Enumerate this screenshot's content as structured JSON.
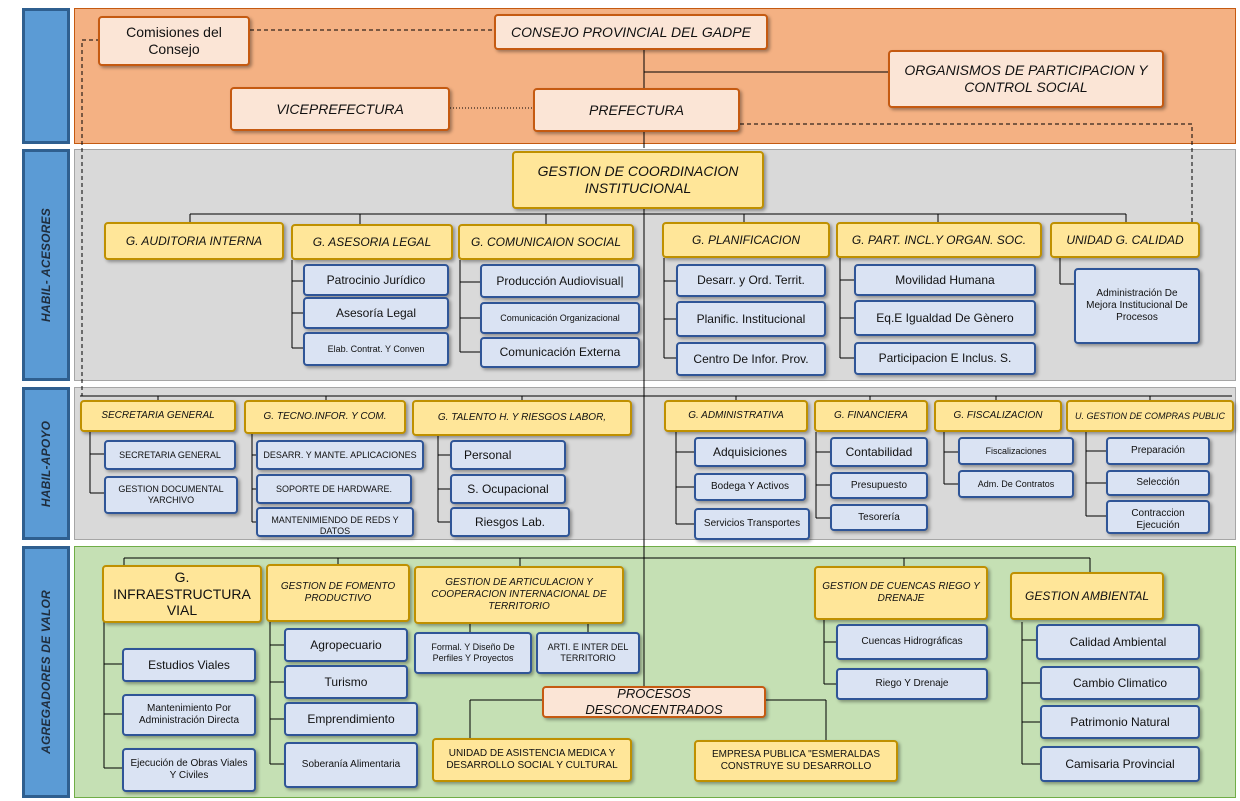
{
  "bands": {
    "top": "",
    "acesores": "HABIL- ACESORES",
    "apoyo": "HABIL-APOYO",
    "valor": "AGREGADORES DE VALOR"
  },
  "colors": {
    "top_band": "#f4b183",
    "gray_band": "#d9d9d9",
    "green_band": "#c5e0b4",
    "side_blue": "#5b9bd5",
    "peach_box": "#fbe5d6",
    "yellow_box": "#ffe699",
    "blue_box": "#dae3f3"
  },
  "top": {
    "comisiones": "Comisiones del Consejo",
    "consejo": "CONSEJO PROVINCIAL DEL GADPE",
    "organismos": "ORGANISMOS DE PARTICIPACION Y CONTROL SOCIAL",
    "viceprefectura": "VICEPREFECTURA",
    "prefectura": "PREFECTURA"
  },
  "coordinacion": "GESTION DE COORDINACION INSTITUCIONAL",
  "acesores": {
    "auditoria": "G. AUDITORIA INTERNA",
    "asesoria": "G. ASESORIA LEGAL",
    "asesoria_items": [
      "Patrocinio Jurídico",
      "Asesoría Legal",
      "Elab. Contrat. Y Conven"
    ],
    "comunicacion": "G. COMUNICAION SOCIAL",
    "comunicacion_items": [
      "Producción Audiovisual|",
      "Comunicación Organizacional",
      "Comunicación  Externa"
    ],
    "planificacion": "G. PLANIFICACION",
    "planificacion_items": [
      "Desarr. y Ord. Territ.",
      "Planific. Institucional",
      "Centro De  Infor. Prov."
    ],
    "participacion": "G. PART. INCL.Y ORGAN. SOC.",
    "participacion_items": [
      "Movilidad Humana",
      "Eq.E Igualdad De Gènero",
      "Participacion E Inclus. S."
    ],
    "calidad": "UNIDAD G. CALIDAD",
    "calidad_item": "Administración De Mejora Institucional De Procesos"
  },
  "apoyo": {
    "secretaria": "SECRETARIA GENERAL",
    "secretaria_items": [
      "SECRETARIA GENERAL",
      "GESTION DOCUMENTAL YARCHIVO"
    ],
    "tecno": "G. TECNO.INFOR. Y COM.",
    "tecno_items": [
      "DESARR. Y MANTE. APLICACIONES",
      "SOPORTE DE HARDWARE.",
      "MANTENIMIENDO DE REDS Y DATOS"
    ],
    "talento": "G. TALENTO H. Y RIESGOS LABOR,",
    "talento_items": [
      "Personal",
      "S. Ocupacional",
      "Riesgos  Lab."
    ],
    "administrativa": "G. ADMINISTRATIVA",
    "administrativa_items": [
      "Adquisiciones",
      "Bodega Y Activos",
      "Servicios Transportes"
    ],
    "financiera": "G. FINANCIERA",
    "financiera_items": [
      "Contabilidad",
      "Presupuesto",
      "Tesorería"
    ],
    "fiscalizacion": "G. FISCALIZACION",
    "fiscalizacion_items": [
      "Fiscalizaciones",
      "Adm. De Contratos"
    ],
    "compras": "U. GESTION DE COMPRAS PUBLIC",
    "compras_items": [
      "Preparación",
      "Selección",
      "Contraccion Ejecución"
    ]
  },
  "valor": {
    "infraestructura": "G. INFRAESTRUCTURA VIAL",
    "infraestructura_items": [
      "Estudios Viales",
      "Mantenimiento Por Administración Directa",
      "Ejecución de  Obras Viales Y Civiles"
    ],
    "fomento": "GESTION DE FOMENTO PRODUCTIVO",
    "fomento_items": [
      "Agropecuario",
      "Turismo",
      "Emprendimiento",
      "Soberanía Alimentaria"
    ],
    "articulacion": "GESTION DE ARTICULACION Y COOPERACION INTERNACIONAL DE TERRITORIO",
    "articulacion_items": [
      "Formal. Y Diseño De Perfiles Y Proyectos",
      "ARTI. E INTER DEL TERRITORIO"
    ],
    "procesos": "PROCESOS DESCONCENTRADOS",
    "procesos_items": [
      "UNIDAD DE ASISTENCIA MEDICA Y DESARROLLO SOCIAL Y CULTURAL",
      "EMPRESA PUBLICA \"ESMERALDAS CONSTRUYE SU DESARROLLO"
    ],
    "cuencas": "GESTION DE CUENCAS RIEGO Y DRENAJE",
    "cuencas_items": [
      "Cuencas Hidrográficas",
      "Riego Y Drenaje"
    ],
    "ambiental": "GESTION AMBIENTAL",
    "ambiental_items": [
      "Calidad Ambiental",
      "Cambio Climatico",
      "Patrimonio Natural",
      "Camisaria Provincial"
    ]
  }
}
